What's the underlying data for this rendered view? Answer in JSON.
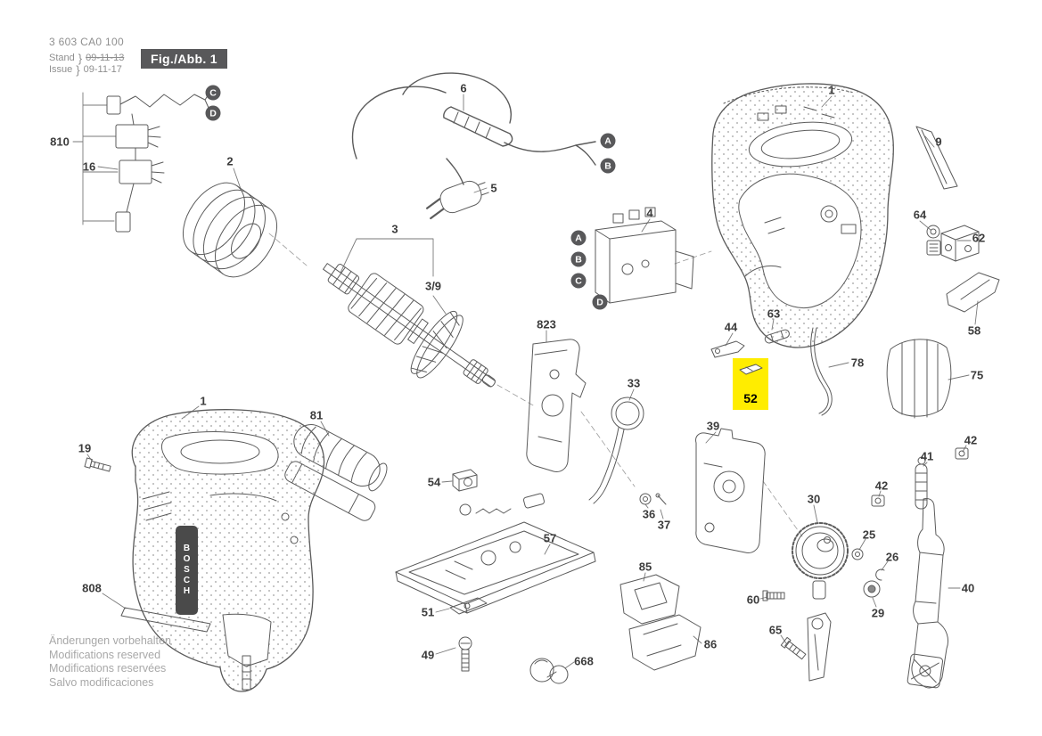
{
  "header": {
    "document_number": "3 603 CA0 100",
    "stand_label": "Stand",
    "issue_label": "Issue",
    "brace": "}",
    "stand_date": "09-11-13",
    "issue_date": "09-11-17",
    "figure_label": "Fig./Abb. 1"
  },
  "brand": "BOSCH",
  "highlight_color": "#ffed00",
  "callout_letters": {
    "a": "A",
    "b": "B",
    "c": "C",
    "d": "D"
  },
  "parts": {
    "p810": "810",
    "p16": "16",
    "p2": "2",
    "p6": "6",
    "p5": "5",
    "p3": "3",
    "p3_9": "3/9",
    "p4": "4",
    "p1_right": "1",
    "p9": "9",
    "p64": "64",
    "p62": "62",
    "p58": "58",
    "p63": "63",
    "p44": "44",
    "p78": "78",
    "p75": "75",
    "p52": "52",
    "p39": "39",
    "p823": "823",
    "p33": "33",
    "p36": "36",
    "p37": "37",
    "p54": "54",
    "p81": "81",
    "p1_left": "1",
    "p19": "19",
    "p808": "808",
    "p51": "51",
    "p49": "49",
    "p57": "57",
    "p668": "668",
    "p85": "85",
    "p86": "86",
    "p30": "30",
    "p25": "25",
    "p26": "26",
    "p29": "29",
    "p60": "60",
    "p65": "65",
    "p41": "41",
    "p42_top": "42",
    "p42_mid": "42",
    "p40": "40"
  },
  "footer": {
    "line1": "Änderungen vorbehalten",
    "line2": "Modifications reserved",
    "line3": "Modifications reservées",
    "line4": "Salvo modificaciones"
  }
}
